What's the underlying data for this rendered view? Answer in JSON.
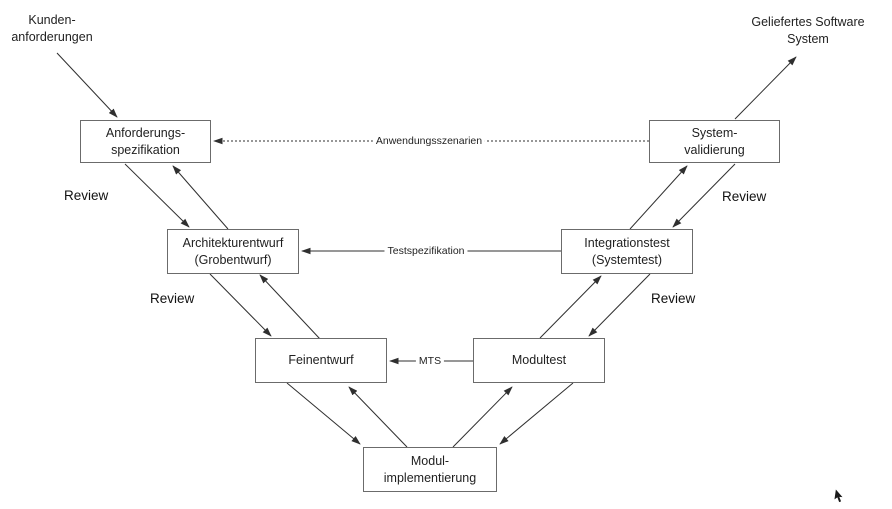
{
  "diagram": {
    "type": "v-model",
    "external_labels": {
      "input": "Kunden-\nanforderungen",
      "output": "Geliefertes Software\nSystem"
    },
    "nodes": {
      "anforderungsspezifikation": {
        "label": "Anforderungs-\nspezifikation"
      },
      "systemvalidierung": {
        "label": "System-\nvalidierung"
      },
      "architekturentwurf": {
        "label": "Architekturentwurf\n(Grobentwurf)"
      },
      "integrationstest": {
        "label": "Integrationstest\n(Systemtest)"
      },
      "feinentwurf": {
        "label": "Feinentwurf"
      },
      "modultest": {
        "label": "Modultest"
      },
      "modulimplementierung": {
        "label": "Modul-\nimplementierung"
      }
    },
    "edge_labels": {
      "anwendungsszenarien": "Anwendungsszenarien",
      "testspezifikation": "Testspezifikation",
      "mts": "MTS"
    },
    "review_label": "Review",
    "colors": {
      "background": "#ffffff",
      "box_border": "#6b6b6b",
      "box_fill": "#ffffff",
      "line": "#2f2f2f",
      "text": "#1f1f1f"
    }
  }
}
